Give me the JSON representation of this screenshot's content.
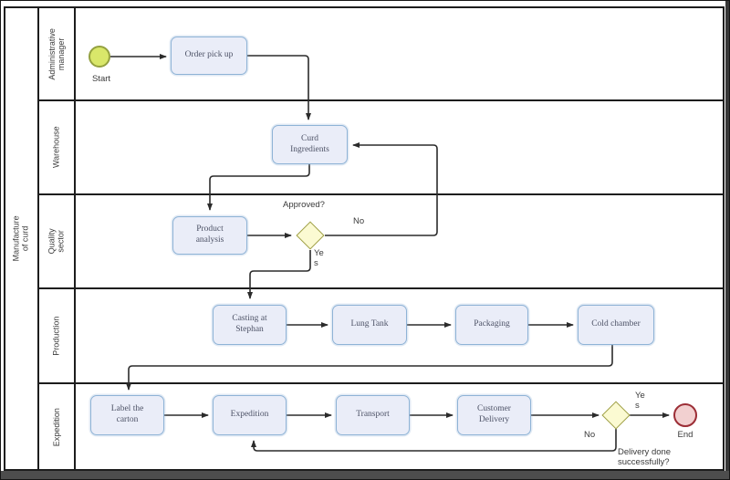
{
  "pool": {
    "title": "Manufacture of curd"
  },
  "lanes": [
    {
      "label": "Administrative manager"
    },
    {
      "label": "Warehouse"
    },
    {
      "label": "Quality sector"
    },
    {
      "label": "Production"
    },
    {
      "label": "Expedition"
    }
  ],
  "nodes": {
    "start": {
      "type": "start-event",
      "label": "Start"
    },
    "order_pick_up": {
      "type": "task",
      "label": "Order pick up"
    },
    "curd_ingredients": {
      "type": "task",
      "label": "Curd Ingredients"
    },
    "product_analysis": {
      "type": "task",
      "label": "Product analysis"
    },
    "approved_gateway": {
      "type": "gateway",
      "label": "Approved?"
    },
    "casting_at_stephan": {
      "type": "task",
      "label": "Casting at Stephan"
    },
    "lung_tank": {
      "type": "task",
      "label": "Lung Tank"
    },
    "packaging": {
      "type": "task",
      "label": "Packaging"
    },
    "cold_chamber": {
      "type": "task",
      "label": "Cold chamber"
    },
    "label_the_carton": {
      "type": "task",
      "label": "Label the carton"
    },
    "expedition": {
      "type": "task",
      "label": "Expedition"
    },
    "transport": {
      "type": "task",
      "label": "Transport"
    },
    "customer_delivery": {
      "type": "task",
      "label": "Customer Delivery"
    },
    "delivery_gateway": {
      "type": "gateway",
      "label": "Delivery done successfully?"
    },
    "end": {
      "type": "end-event",
      "label": "End"
    }
  },
  "edge_labels": {
    "approved_no": "No",
    "approved_yes": "Yes",
    "delivery_yes": "Yes",
    "delivery_no": "No"
  },
  "colors": {
    "task_fill": "#eaedf8",
    "task_border": "#8fb3d6",
    "gateway_fill": "#fbfad2",
    "gateway_border": "#9fa048",
    "start_fill": "#d9e76a",
    "start_border": "#94a13f",
    "end_fill": "#f2d0d0",
    "end_border": "#9c2e36",
    "connector": "#2b2b2b"
  }
}
